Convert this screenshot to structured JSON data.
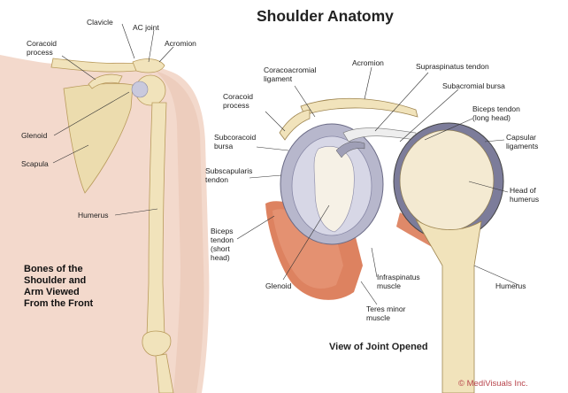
{
  "title": "Shoulder Anatomy",
  "subtitle": "View of Joint Opened",
  "caption": "Bones of the\nShoulder and\nArm Viewed\nFrom the Front",
  "credit": "© MediVisuals Inc.",
  "left_labels": {
    "clavicle": "Clavicle",
    "ac_joint": "AC joint",
    "acromion": "Acromion",
    "coracoid": "Coracoid\nprocess",
    "glenoid": "Glenoid",
    "scapula": "Scapula",
    "humerus": "Humerus"
  },
  "right_labels": {
    "coracoacromial": "Coracoacromial\nligament",
    "acromion": "Acromion",
    "supraspinatus": "Supraspinatus tendon",
    "subacromial": "Subacromial bursa",
    "coracoid": "Coracoid\nprocess",
    "biceps_long": "Biceps tendon\n(long head)",
    "subcoracoid": "Subcoracoid\nbursa",
    "capsular": "Capsular\nligaments",
    "subscapularis": "Subscapularis\ntendon",
    "head_humerus": "Head of\nhumerus",
    "biceps_short": "Biceps\ntendon\n(short\nhead)",
    "glenoid": "Glenoid",
    "infraspinatus": "Infraspinatus\nmuscle",
    "humerus": "Humerus",
    "teres": "Teres minor\nmuscle"
  },
  "colors": {
    "skin": "#f3d9cc",
    "skin_shadow": "#e8c2b0",
    "bone": "#f1e3bb",
    "bone_shadow": "#d9c58e",
    "muscle": "#d9744f",
    "cartilage": "#c9c9dd",
    "brand_red": "#b8434b"
  }
}
